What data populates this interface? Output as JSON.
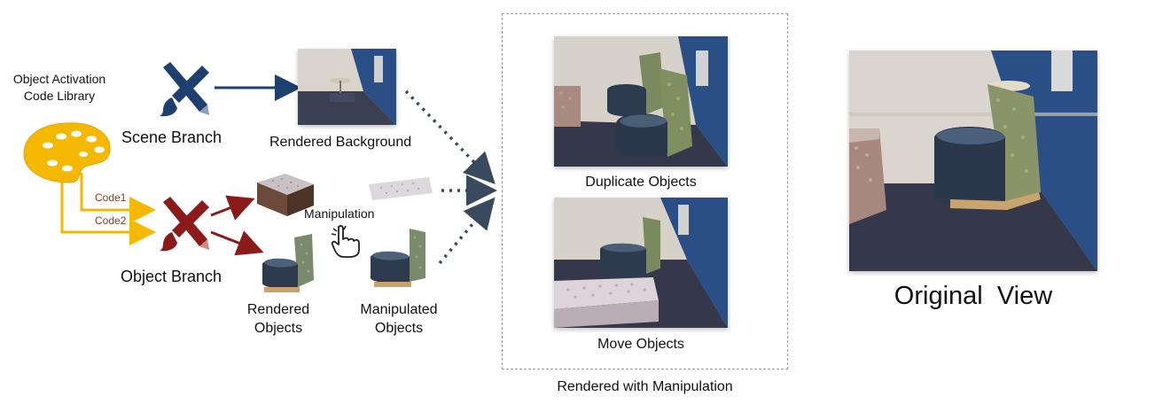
{
  "library": {
    "line1": "Object Activation",
    "line2": "Code Library"
  },
  "branches": {
    "scene": "Scene Branch",
    "object": "Object Branch"
  },
  "codes": {
    "code1": "Code1",
    "code2": "Code2"
  },
  "labels": {
    "rendered_background": "Rendered Background",
    "manipulation": "Manipulation",
    "rendered_objects_1": "Rendered",
    "rendered_objects_2": "Objects",
    "manipulated_objects_1": "Manipulated",
    "manipulated_objects_2": "Objects",
    "duplicate_objects": "Duplicate Objects",
    "move_objects": "Move Objects",
    "rendered_with_manipulation": "Rendered with Manipulation",
    "original_view": "Original  View"
  },
  "colors": {
    "scene_blue": "#1f3f6e",
    "object_red": "#8b1a1a",
    "code_yellow": "#f5b800",
    "code_text": "#8b3a1a",
    "dotted_arrow": "#3a4a5e",
    "wall_blue": "#2a4f86"
  },
  "icons": {
    "palette": "palette-icon",
    "scene_brush": "pen-brush-icon",
    "object_brush": "pen-brush-icon",
    "hand": "pointing-hand-icon"
  }
}
